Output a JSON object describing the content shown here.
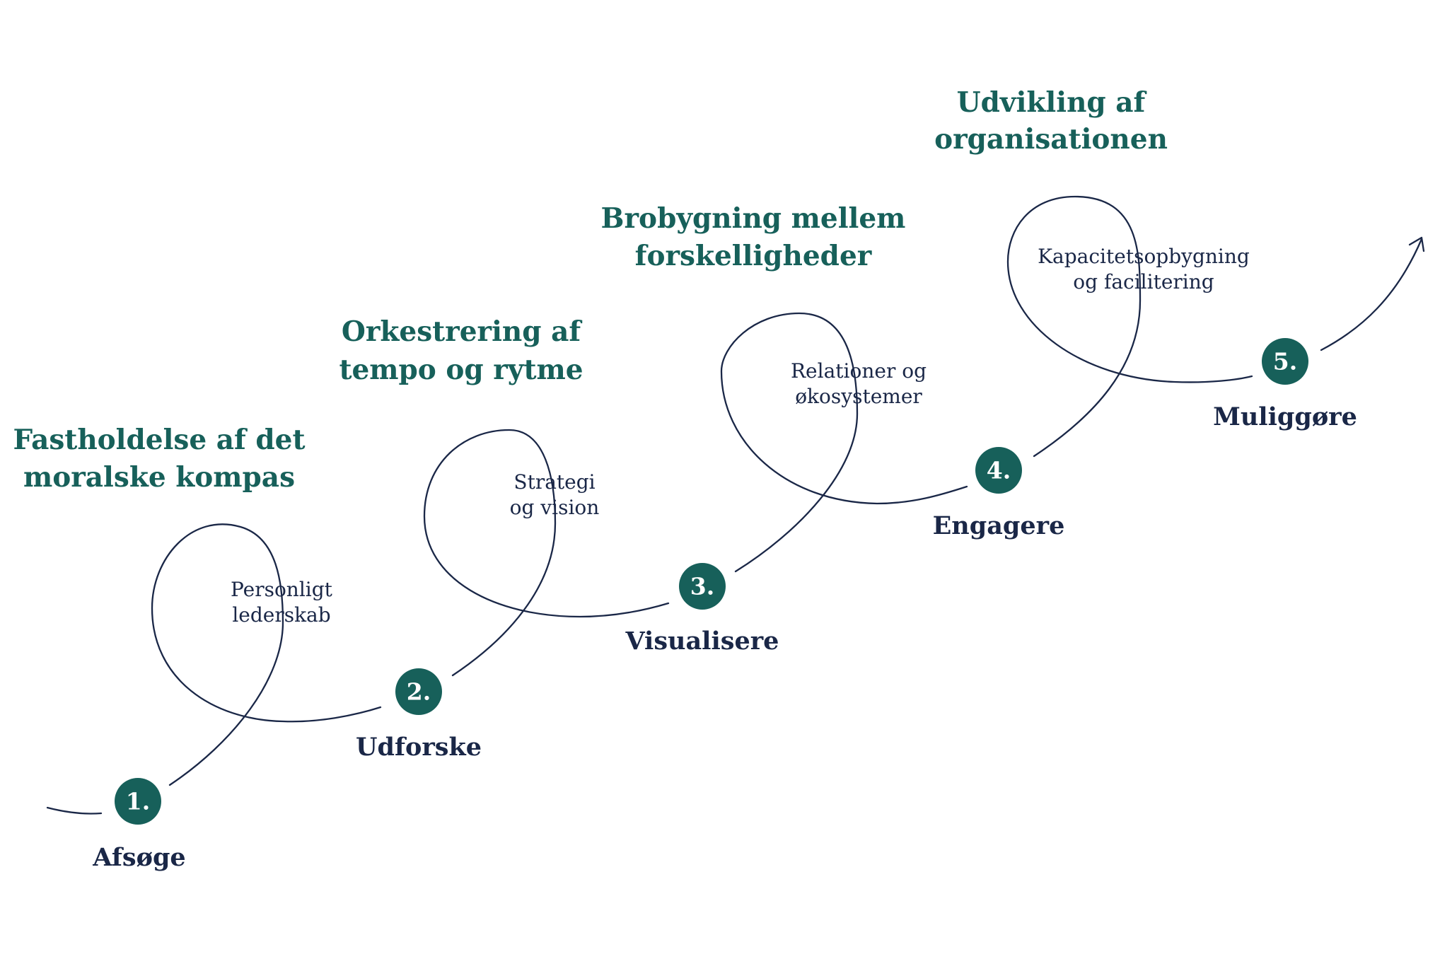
{
  "colors": {
    "accent": "#17605a",
    "ink": "#1a2747",
    "background": "#ffffff"
  },
  "steps": [
    {
      "number": "1.",
      "label": "Afsøge",
      "topic": [
        "Personligt",
        "lederskab"
      ],
      "theme": [
        "Fastholdelse af det",
        "moralske kompas"
      ]
    },
    {
      "number": "2.",
      "label": "Udforske",
      "topic": [
        "Strategi",
        "og vision"
      ],
      "theme": [
        "Orkestrering af",
        "tempo og rytme"
      ]
    },
    {
      "number": "3.",
      "label": "Visualisere",
      "topic": [
        "Relationer og",
        "økosystemer"
      ],
      "theme": [
        "Brobygning mellem",
        "forskelligheder"
      ]
    },
    {
      "number": "4.",
      "label": "Engagere",
      "topic": [
        "Kapacitetsopbygning",
        "og facilitering"
      ],
      "theme": [
        "Udvikling af",
        "organisationen"
      ]
    },
    {
      "number": "5.",
      "label": "Muliggøre"
    }
  ],
  "icons": {
    "arrow": "arrow-right-icon"
  }
}
